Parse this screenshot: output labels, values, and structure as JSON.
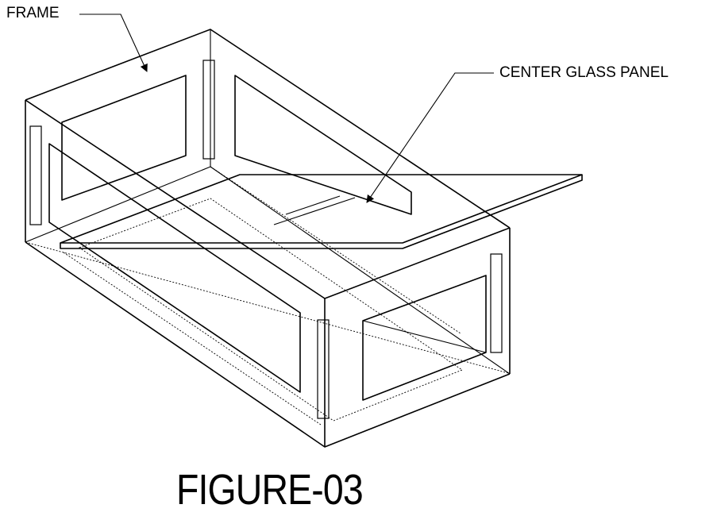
{
  "labels": {
    "frame": "FRAME",
    "center_glass_panel": "CENTER GLASS PANEL"
  },
  "figure_title": "FIGURE-03",
  "colors": {
    "line": "#000000",
    "background": "#ffffff"
  }
}
